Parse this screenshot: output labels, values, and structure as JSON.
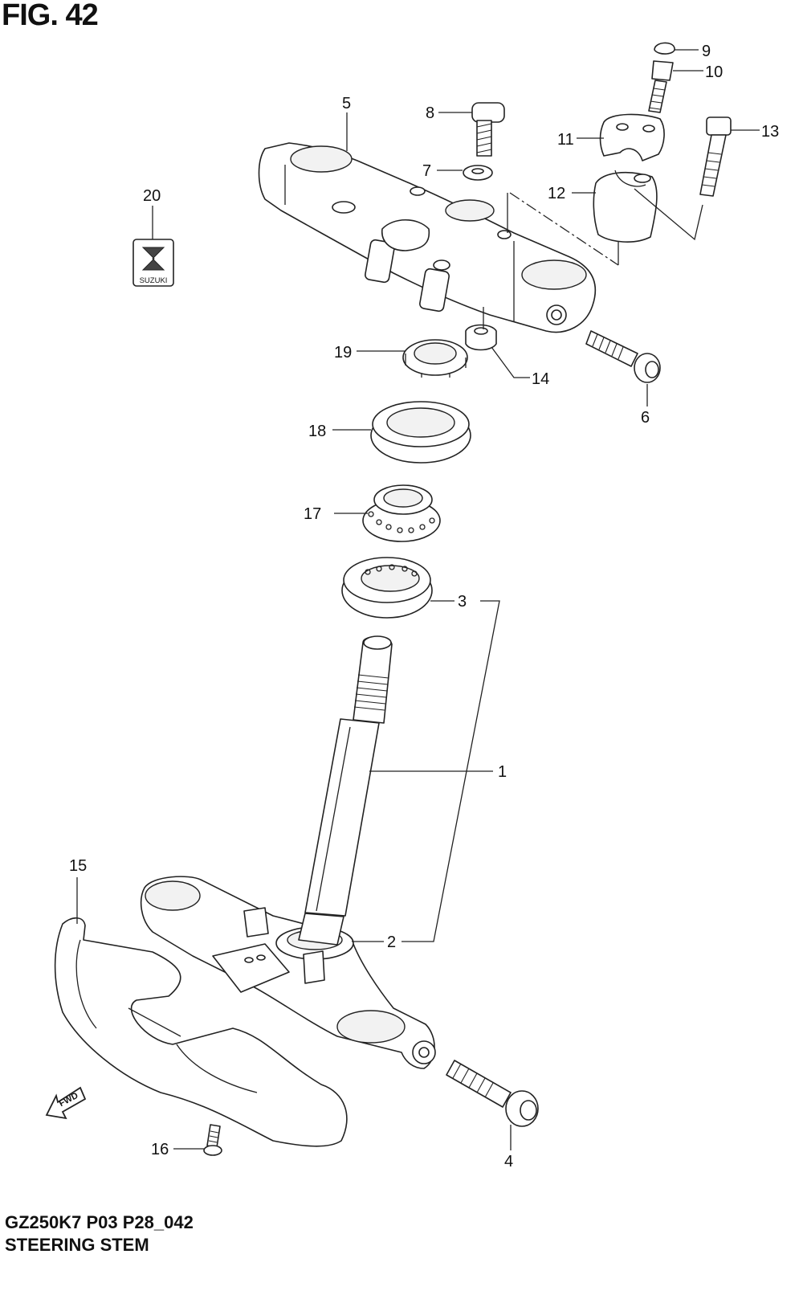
{
  "figure": {
    "title": "FIG. 42"
  },
  "footer": {
    "model_code": "GZ250K7 P03 P28_042",
    "name": "STEERING STEM"
  },
  "logo_text": "SUZUKI",
  "fwd_text": "FWD",
  "callouts": [
    {
      "id": "c1",
      "text": "1"
    },
    {
      "id": "c2",
      "text": "2"
    },
    {
      "id": "c3",
      "text": "3"
    },
    {
      "id": "c4",
      "text": "4"
    },
    {
      "id": "c5",
      "text": "5"
    },
    {
      "id": "c6",
      "text": "6"
    },
    {
      "id": "c7",
      "text": "7"
    },
    {
      "id": "c8",
      "text": "8"
    },
    {
      "id": "c9",
      "text": "9"
    },
    {
      "id": "c10",
      "text": "10"
    },
    {
      "id": "c11",
      "text": "11"
    },
    {
      "id": "c12",
      "text": "12"
    },
    {
      "id": "c13",
      "text": "13"
    },
    {
      "id": "c14",
      "text": "14"
    },
    {
      "id": "c15",
      "text": "15"
    },
    {
      "id": "c16",
      "text": "16"
    },
    {
      "id": "c17",
      "text": "17"
    },
    {
      "id": "c18",
      "text": "18"
    },
    {
      "id": "c19",
      "text": "19"
    },
    {
      "id": "c20",
      "text": "20"
    }
  ]
}
